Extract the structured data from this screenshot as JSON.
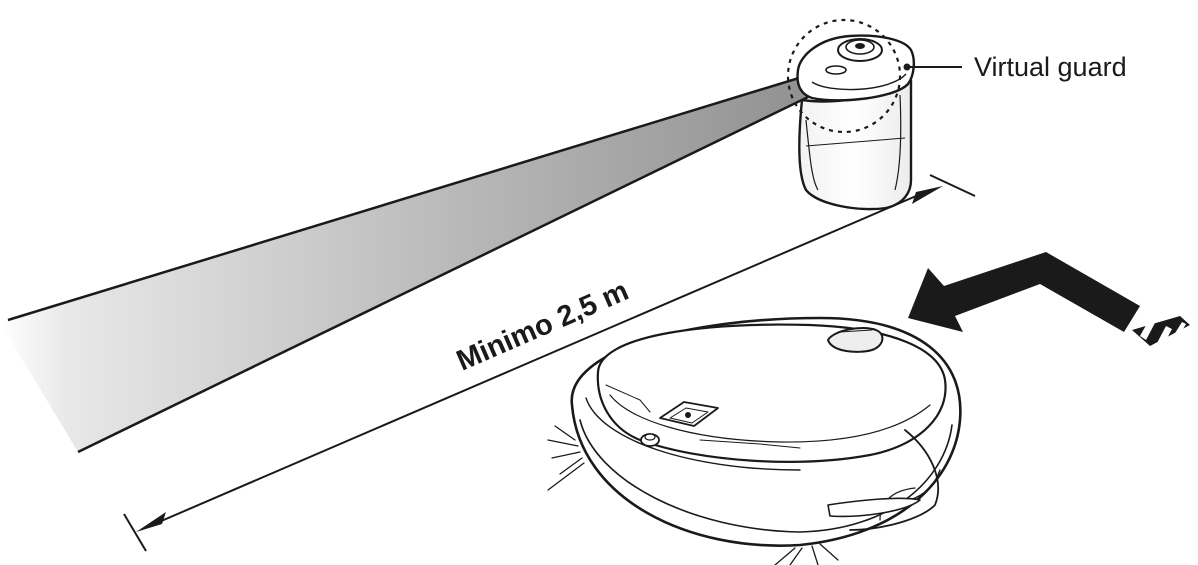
{
  "labels": {
    "device_callout": "Virtual guard",
    "distance": "Minimo 2,5 m"
  },
  "colors": {
    "line": "#1a1a1a",
    "beam_dark": "#9a9a9a",
    "beam_light": "#ffffff",
    "body_fill": "#ffffff",
    "shade": "#e9e9e9"
  },
  "icons": {
    "direction_arrow": "large-bent-arrow-icon",
    "device": "virtual-guard-device",
    "robot": "robot-vacuum"
  }
}
